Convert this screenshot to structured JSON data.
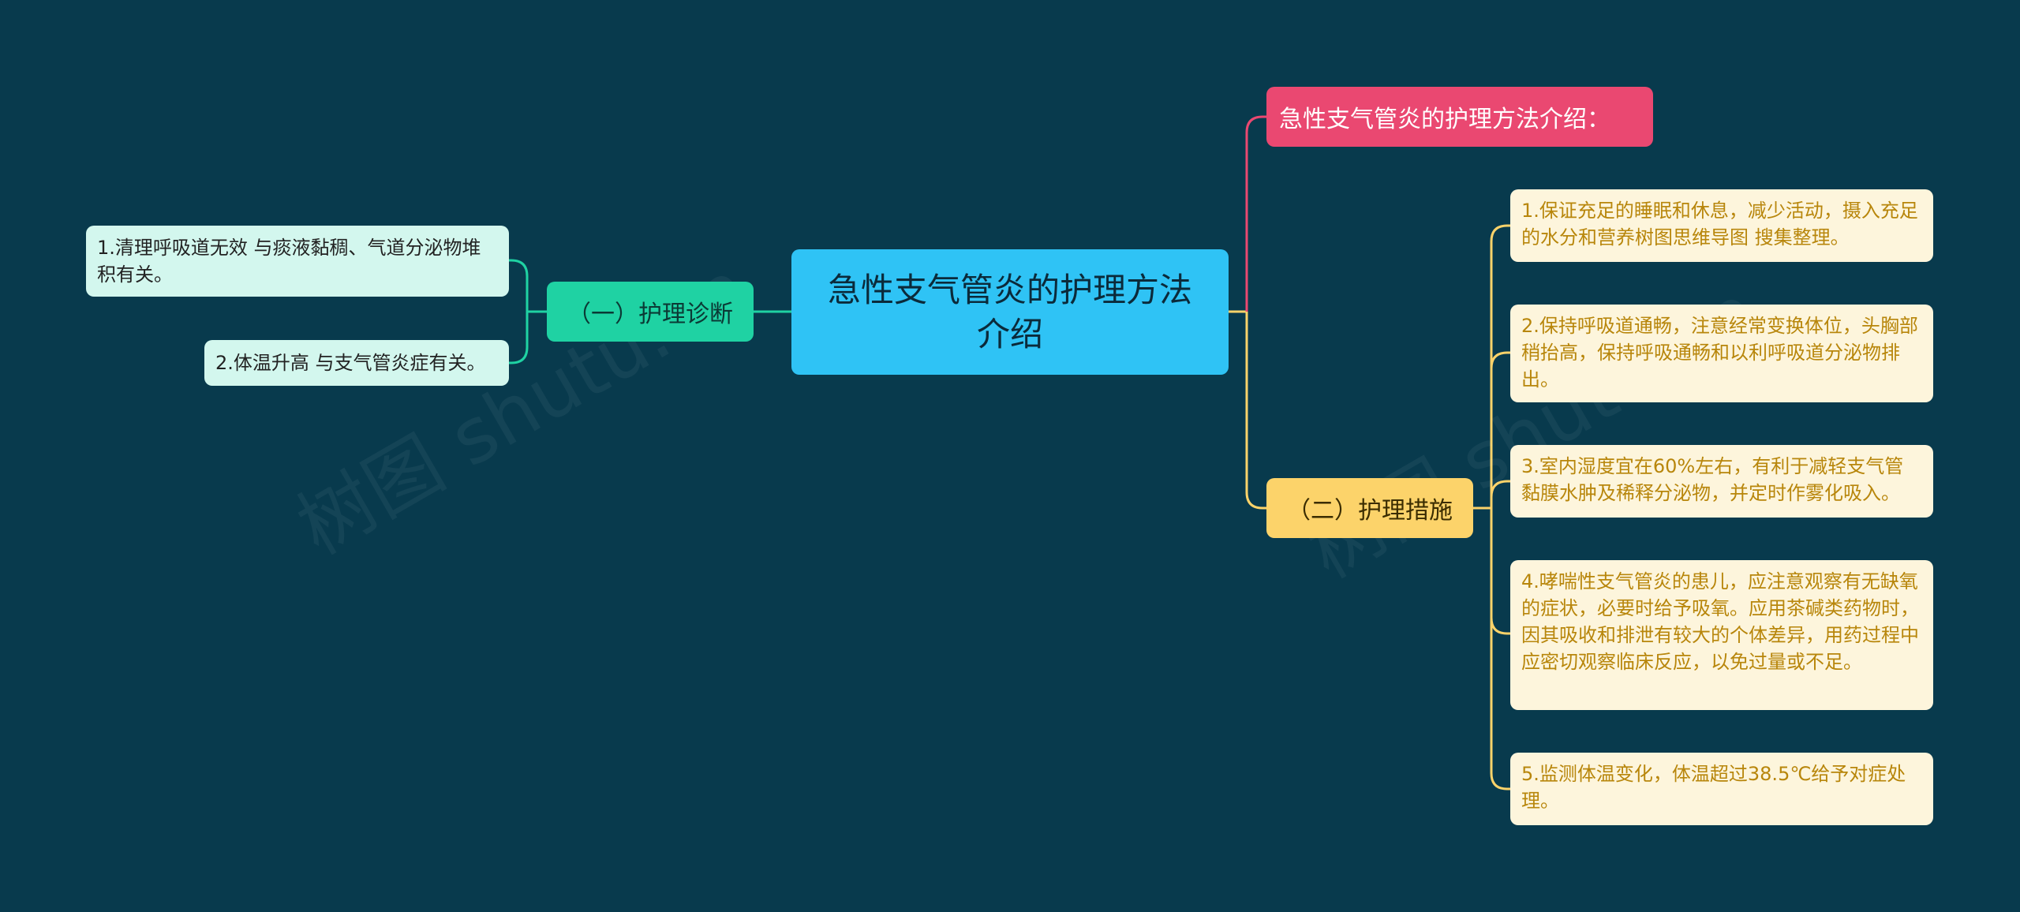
{
  "root": {
    "title": "急性支气管炎的护理方法介绍"
  },
  "branches": {
    "intro": {
      "label": "急性支气管炎的护理方法介绍："
    },
    "diagnosis": {
      "label": "（一）护理诊断",
      "items": [
        "1.清理呼吸道无效 与痰液黏稠、气道分泌物堆积有关。",
        "2.体温升高 与支气管炎症有关。"
      ]
    },
    "measures": {
      "label": "（二）护理措施",
      "items": [
        "1.保证充足的睡眠和休息，减少活动，摄入充足的水分和营养树图思维导图 搜集整理。",
        "2.保持呼吸道通畅，注意经常变换体位，头胸部稍抬高，保持呼吸通畅和以利呼吸道分泌物排出。",
        "3.室内湿度宜在60%左右，有利于减轻支气管黏膜水肿及稀释分泌物，并定时作雾化吸入。",
        "4.哮喘性支气管炎的患儿，应注意观察有无缺氧的症状，必要时给予吸氧。应用茶碱类药物时，因其吸收和排泄有较大的个体差异，用药过程中应密切观察临床反应，以免过量或不足。",
        "5.监测体温变化，体温超过38.5℃给予对症处理。"
      ]
    }
  },
  "watermarks": [
    "树图 shutu.cn",
    "树图 shutu.cn"
  ],
  "colors": {
    "background": "#083a4d",
    "root": "#2fc3f5",
    "diagnosis": "#1fd2a3",
    "intro": "#ea4871",
    "measures": "#fcd36a",
    "diagnosis_leaf": "#d3f7ee",
    "measures_leaf": "#fdf5dc"
  }
}
